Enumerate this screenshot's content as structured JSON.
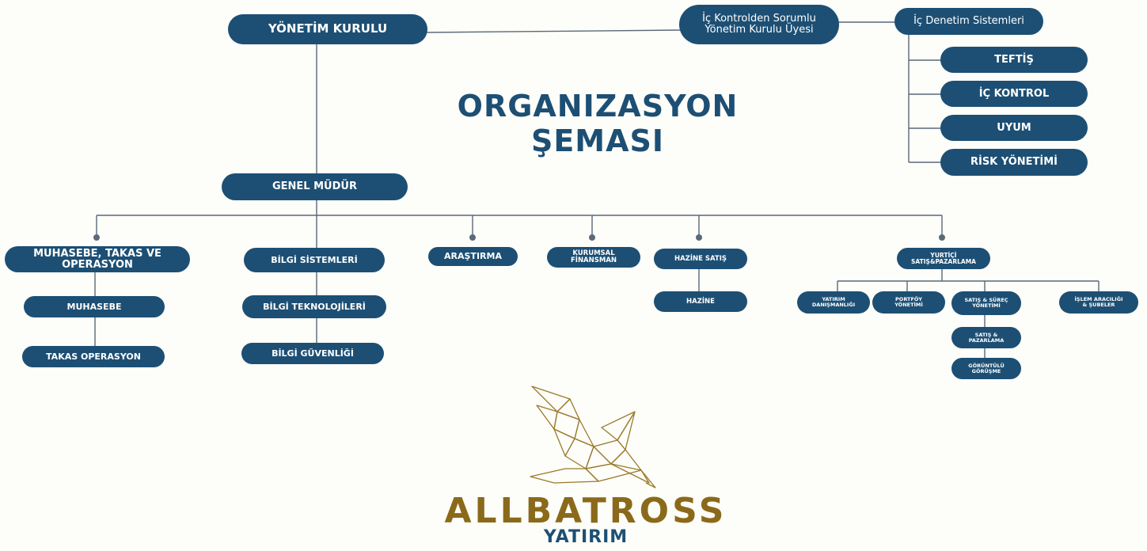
{
  "title": "ORGANIZASYON ŞEMASI",
  "nodes": {
    "yonetim_kurulu": "YÖNETİM KURULU",
    "ic_kontrol_uye": "İç Kontrolden Sorumlu\nYönetim Kurulu Üyesi",
    "ic_denetim": "İç Denetim Sistemleri",
    "teftis": "TEFTİŞ",
    "ic_kontrol": "İÇ KONTROL",
    "uyum": "UYUM",
    "risk": "RİSK YÖNETİMİ",
    "genel_mudur": "GENEL MÜDÜR",
    "muhasebe_takas": "MUHASEBE, TAKAS VE\nOPERASYON",
    "muhasebe": "MUHASEBE",
    "takas_operasyon": "TAKAS OPERASYON",
    "bilgi_sistemleri": "BİLGİ SİSTEMLERİ",
    "bilgi_teknolojileri": "BİLGİ TEKNOLOJİLERİ",
    "bilgi_guvenligi": "BİLGİ GÜVENLİĞİ",
    "arastirma": "ARAŞTIRMA",
    "kurumsal_finansman": "KURUMSAL\nFİNANSMAN",
    "hazine_satis": "HAZİNE SATIŞ",
    "hazine": "HAZİNE",
    "yurtici": "YURTİÇİ\nSATIŞ&PAZARLAMA",
    "yatirim_danismanligi": "YATIRIM\nDANIŞMANLIĞI",
    "portfoy_yonetimi": "PORTFÖY\nYÖNETİMİ",
    "satis_surec": "SATIŞ & SÜREÇ\nYÖNETİMİ",
    "islem_araciligi": "İŞLEM ARACILIĞI\n& ŞUBELER",
    "satis_pazarlama": "SATIŞ &\nPAZARLAMA",
    "goruntulu_gorusme": "GÖRÜNTÜLÜ\nGÖRÜŞME"
  },
  "logo": {
    "brand": "ALLBATROSS",
    "sub": "YATIRIM",
    "brand_color": "#8a6a1a"
  },
  "colors": {
    "node_fill": "#1d4f74",
    "line": "#5a6a78",
    "background": "#fdfdf9"
  }
}
